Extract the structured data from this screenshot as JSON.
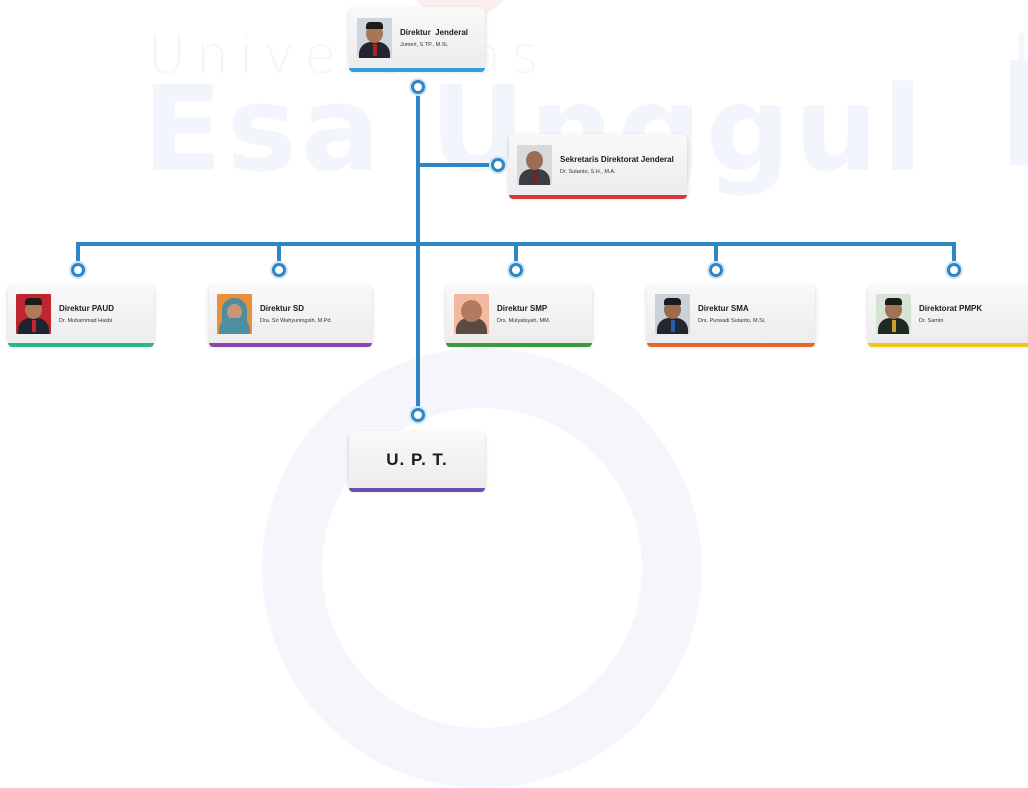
{
  "watermark": {
    "top": "Universitas",
    "main": "Esa Unggul"
  },
  "colors": {
    "connector": "#2f86c5",
    "paud": "#2db58a",
    "sd": "#8e44ad",
    "smp": "#3a9a3a",
    "sma": "#e9662a",
    "pmpk": "#f0c419",
    "dirjen": "#2fa3d8",
    "sekretaris": "#d33a3a",
    "upt": "#6a4fb0"
  },
  "dirjen": {
    "role": "Direktur  Jenderal",
    "name": "Jumeri, S.TP., M.Si."
  },
  "sekretaris": {
    "role": "Sekretaris Direktorat Jenderal",
    "name": "Dr. Sutanto, S.H., M.A."
  },
  "directors": [
    {
      "role": "Direktur PAUD",
      "name": "Dr. Muhammad Hasbi"
    },
    {
      "role": "Direktur SD",
      "name": "Dra. Sri Wahyuningsih, M.Pd."
    },
    {
      "role": "Direktur SMP",
      "name": "Drs. Mulyatsyah, MM."
    },
    {
      "role": "Direktur SMA",
      "name": "Drs. Purwadi Sutanto, M.Si."
    },
    {
      "role": "Direktorat PMPK",
      "name": "Dr. Samto"
    }
  ],
  "upt": {
    "label": "U. P. T."
  }
}
